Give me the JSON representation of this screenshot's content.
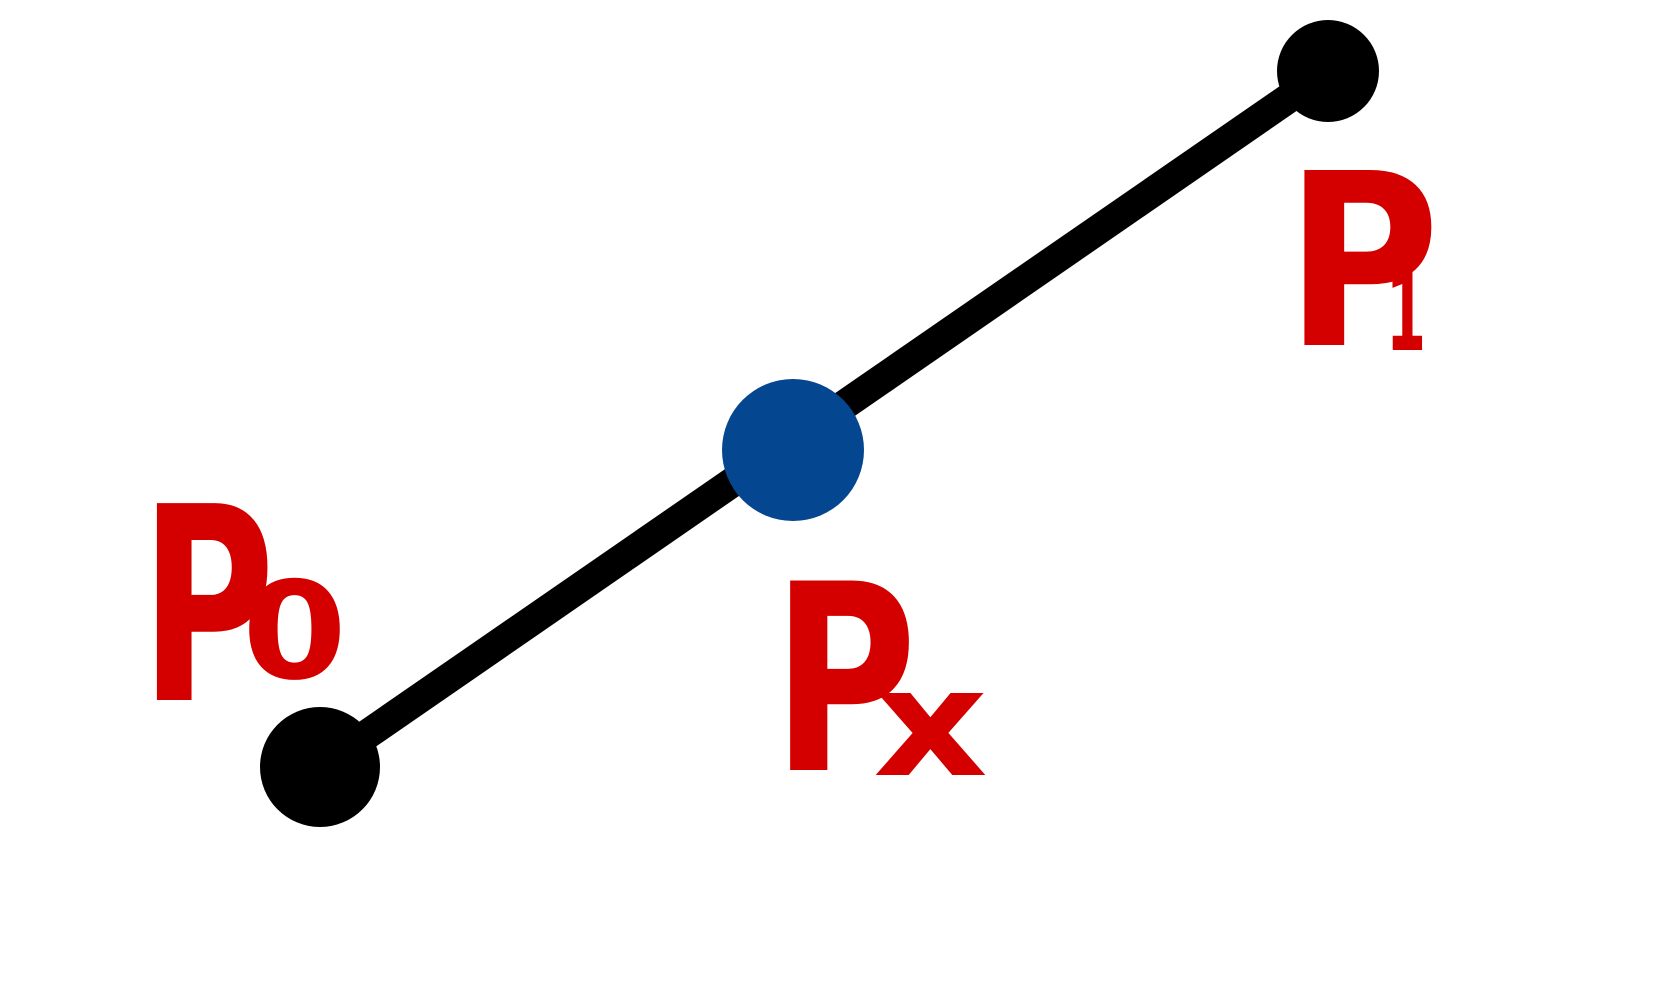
{
  "diagram": {
    "points": {
      "p0": {
        "label": "P",
        "subscript": "0"
      },
      "p1": {
        "label": "P",
        "subscript": "1"
      },
      "px": {
        "label": "P",
        "subscript": "x"
      }
    },
    "colors": {
      "line": "#000000",
      "endpoint": "#000000",
      "midpoint": "#04468f",
      "label": "#d40000",
      "background": "#ffffff"
    }
  }
}
